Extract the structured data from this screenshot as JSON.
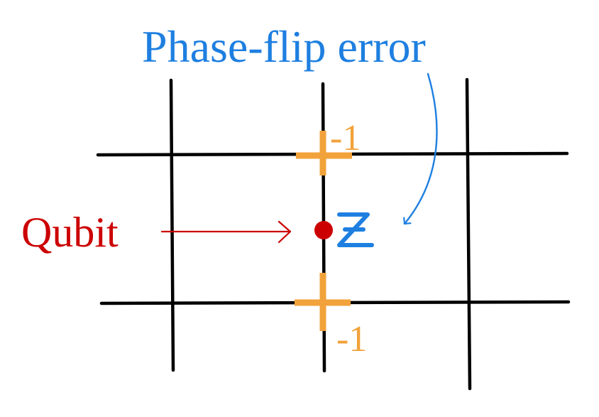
{
  "title": "Phase-flip error",
  "qubit_label": "Qubit",
  "error_operator": "Z",
  "stabilizer_top_value": "-1",
  "stabilizer_bottom_value": "-1",
  "colors": {
    "grid": "#000000",
    "title": "#1e7fe0",
    "qubit": "#cc0000",
    "stabilizer": "#f2a23a",
    "error": "#1e7fe0"
  }
}
